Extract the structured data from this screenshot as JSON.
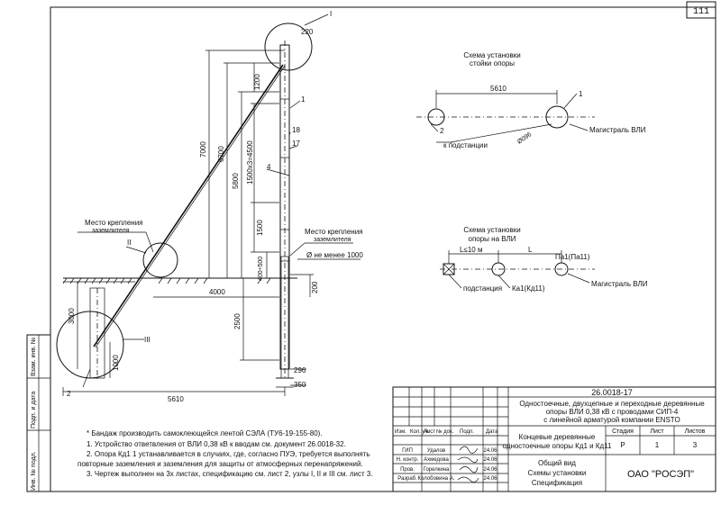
{
  "page_number": "111",
  "main_drawing": {
    "callouts": {
      "c1_top": "I",
      "c1_side": "1",
      "c18": "18",
      "c17": "17",
      "c4": "4",
      "c_II": "II",
      "c_III": "III",
      "c2": "2"
    },
    "dims": {
      "d220": "220",
      "d1200": "1200",
      "d7000": "7000",
      "d6700": "6700",
      "d5800": "5800",
      "d1500x3": "1500x3=4500",
      "d1500": "1500",
      "d400_500": "400÷500",
      "d200": "200",
      "d4000": "4000",
      "d3000": "3000",
      "d2500": "2500",
      "d1000": "1000",
      "d296": "296",
      "d350": "350",
      "d5610": "5610"
    },
    "labels": {
      "ground_attach_left_1": "Место крепления",
      "ground_attach_left_2": "заземлителя",
      "ground_attach_right_1": "Место крепления",
      "ground_attach_right_2": "заземлителя",
      "diameter_note": "Ø не менее 1000"
    }
  },
  "scheme_pole": {
    "title_1": "Схема установки",
    "title_2": "стойки опоры",
    "dim": "5610",
    "angle": "Ø096",
    "num_2": "2",
    "num_1": "1",
    "label_sub": "к подстанции",
    "label_main": "Магистраль ВЛИ"
  },
  "scheme_line": {
    "title_1": "Схема установки",
    "title_2": "опоры на ВЛИ",
    "dim_left": "L≤10 м",
    "dim_right": "L",
    "label_pa": "Па1(Па11)",
    "label_sub": "подстанция",
    "label_ka": "Ка1(Кд11)",
    "label_main": "Магистраль ВЛИ"
  },
  "notes": [
    "* Бандаж производить самоклеющейся лентой СЭЛА (ТУ6-19-155-80).",
    "1. Устройство ответвления от ВЛИ 0,38 кВ к вводам см. документ 26.0018-32.",
    "2. Опора Кд1 1 устанавливается в случаях, где, согласно ПУЭ, требуется выполнять",
    "повторные заземления и заземления для защиты от атмосферных перенапряжений.",
    "3. Чертеж выполнен на 3х листах, спецификацию см. лист 2, узлы I, II и III см. лист 3."
  ],
  "side_stamp": {
    "inv_orig": "Инв. № подл.",
    "sign_date": "Подп. и дата",
    "inv_dup": "Взам. инв. №"
  },
  "title_block": {
    "doc_code": "26.0018-17",
    "title_1": "Одностоечные, двухцепные и переходные деревянные",
    "title_2": "опоры ВЛИ 0,38 кВ с проводами СИП-4",
    "title_3": "с линейной арматурой компании ENSTO",
    "col_izm": "Изм.",
    "col_koluch": "Кол. уч.",
    "col_list": "Лист",
    "col_ndok": "№ док.",
    "col_podp": "Подп.",
    "col_date": "Дата",
    "roles": [
      "ГИП",
      "Н. контр.",
      "Пров.",
      "Разраб."
    ],
    "names": [
      "Удалов",
      "Ахмедова",
      "Горелкина",
      "Колобовина А."
    ],
    "dates": [
      "24.06",
      "24.06",
      "24.06",
      "24.06"
    ],
    "sheet_title_1": "Концевые деревянные",
    "sheet_title_2": "одностоечные опоры Кд1 и Кд11",
    "stage_hdr": "Стадия",
    "list_hdr": "Лист",
    "lists_hdr": "Листов",
    "stage_val": "Р",
    "list_val": "1",
    "lists_val": "3",
    "view_1": "Общий вид",
    "view_2": "Схемы установки",
    "view_3": "Спецификация",
    "org": "ОАО \"РОСЭП\""
  }
}
